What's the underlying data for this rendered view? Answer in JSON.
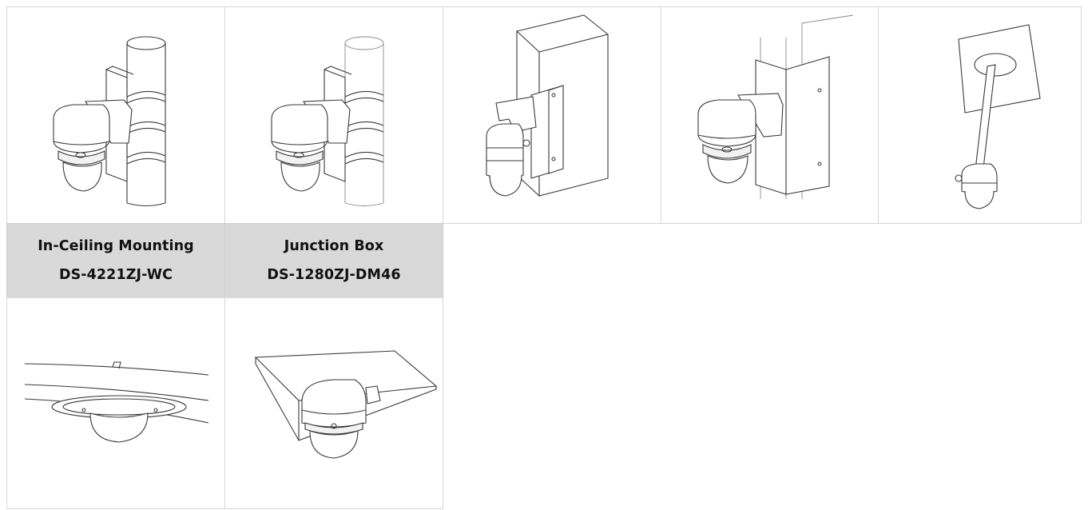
{
  "accessories": [
    {
      "name": "In-Ceiling Mounting",
      "model": "DS-4221ZJ-WC",
      "icon": "in-ceiling-mount-icon"
    },
    {
      "name": "Junction Box",
      "model": "DS-1280ZJ-DM46",
      "icon": "junction-box-icon"
    }
  ],
  "top_row_icons": [
    "pole-mount-icon",
    "pole-mount-icon",
    "corner-mount-icon",
    "corner-mount-icon",
    "pendant-mount-icon"
  ]
}
